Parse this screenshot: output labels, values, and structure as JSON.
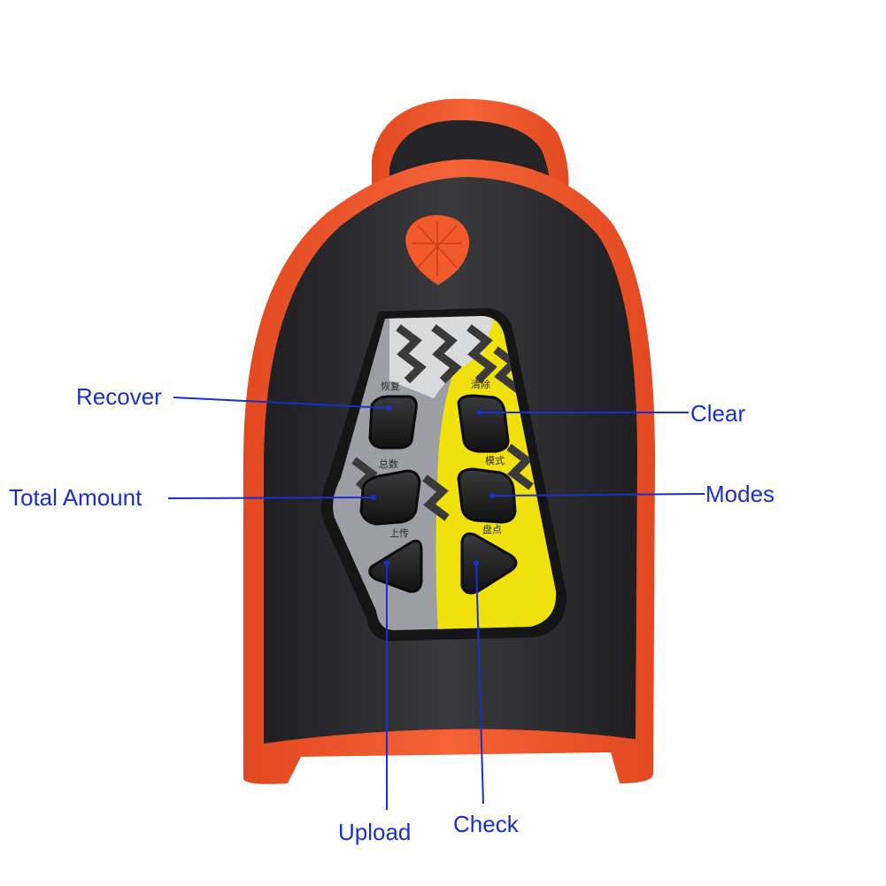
{
  "colors": {
    "body_orange": "#f2552a",
    "body_dark": "#2b2b2d",
    "panel_gray": "#9c9ea3",
    "panel_yellow": "#f0e10c",
    "label_blue": "#1a2fcf",
    "leader_line": "#1a2fcf",
    "button_black": "#1e1e20"
  },
  "labels": {
    "recover": "Recover",
    "total_amount": "Total Amount",
    "upload": "Upload",
    "clear": "Clear",
    "modes": "Modes",
    "check": "Check"
  },
  "button_glyphs": {
    "recover": "恢复",
    "total_amount": "总数",
    "upload": "上传",
    "clear": "清除",
    "modes": "模式",
    "check": "盘点"
  },
  "icons": {
    "top_badge": "burst-icon",
    "up_arrow": "triangle-up-icon",
    "right_arrow": "triangle-right-icon"
  }
}
